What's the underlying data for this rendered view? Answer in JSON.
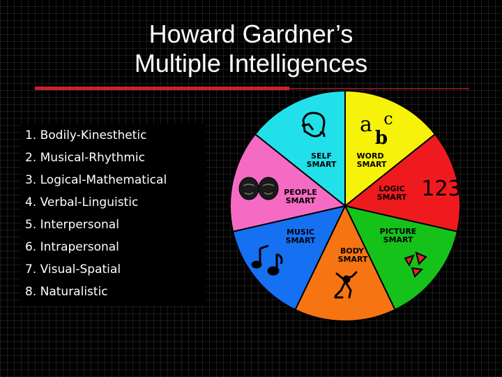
{
  "slide": {
    "title_line1": "Howard Gardner’s",
    "title_line2": "Multiple Intelligences"
  },
  "intelligences": [
    "1. Bodily-Kinesthetic",
    "2. Musical-Rhythmic",
    "3. Logical-Mathematical",
    "4. Verbal-Linguistic",
    "5. Interpersonal",
    "6. Intrapersonal",
    "7. Visual-Spatial",
    "8. Naturalistic"
  ],
  "wheel": {
    "segments": [
      {
        "name": "self",
        "line1": "SELF",
        "line2": "SMART",
        "color": "#22e0ea",
        "icon": "face-icon"
      },
      {
        "name": "word",
        "line1": "WORD",
        "line2": "SMART",
        "color": "#f7f20a",
        "icon": "abc-icon",
        "glyph": "abc"
      },
      {
        "name": "logic",
        "line1": "LOGIC",
        "line2": "SMART",
        "color": "#ef1a1e",
        "icon": "numbers-icon",
        "glyph": "123"
      },
      {
        "name": "picture",
        "line1": "PICTURE",
        "line2": "SMART",
        "color": "#15c21a",
        "icon": "shapes-icon"
      },
      {
        "name": "body",
        "line1": "BODY",
        "line2": "SMART",
        "color": "#f77412",
        "icon": "dancer-icon"
      },
      {
        "name": "music",
        "line1": "MUSIC",
        "line2": "SMART",
        "color": "#1670f2",
        "icon": "music-note-icon"
      },
      {
        "name": "people",
        "line1": "PEOPLE",
        "line2": "SMART",
        "color": "#f56bc4",
        "icon": "faces-icon"
      }
    ]
  }
}
